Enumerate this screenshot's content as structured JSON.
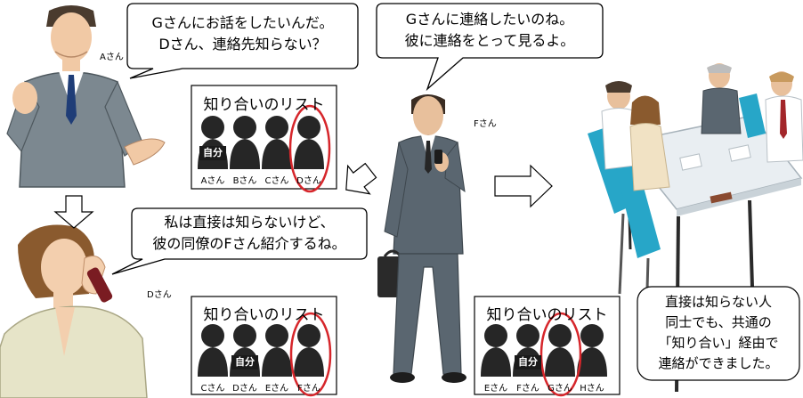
{
  "speech": {
    "a_line1": "Gさんにお話をしたいんだ。",
    "a_line2": "Dさん、連絡先知らない？",
    "d_line1": "私は直接は知らないけど、",
    "d_line2": "彼の同僚のFさん紹介するね。",
    "f_line1": "Gさんに連絡したいのね。",
    "f_line2": "彼に連絡をとって見るよ。"
  },
  "people": {
    "a": "Aさん",
    "d": "Dさん",
    "f": "Fさん"
  },
  "lists": {
    "title": "知り合いのリスト",
    "self_badge": "自分",
    "a_list": [
      "Aさん",
      "Bさん",
      "Cさん",
      "Dさん"
    ],
    "d_list": [
      "Cさん",
      "Dさん",
      "Eさん",
      "Fさん"
    ],
    "f_list": [
      "Eさん",
      "Fさん",
      "Gさん",
      "Hさん"
    ]
  },
  "note": {
    "line1": "直接は知らない人",
    "line2": "同士でも、共通の",
    "line3": "「知り合い」経由で",
    "line4": "連絡ができました。"
  },
  "colors": {
    "highlight": "#d6262b",
    "silhouette": "#262626",
    "suit": "#5a6670"
  }
}
